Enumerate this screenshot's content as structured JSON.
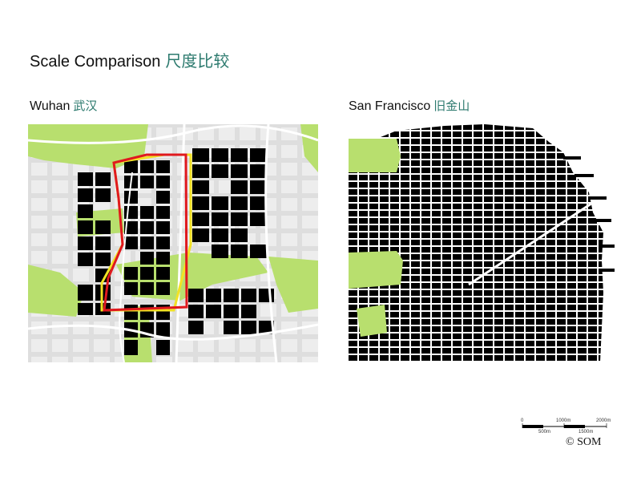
{
  "title": {
    "en": "Scale Comparison",
    "zh": "尺度比较"
  },
  "maps": [
    {
      "en": "Wuhan",
      "zh": "武汉"
    },
    {
      "en": "San Francisco",
      "zh": "旧金山"
    }
  ],
  "scale_bar": {
    "labels": [
      "0",
      "500m",
      "1000m",
      "1500m",
      "2000m"
    ]
  },
  "copyright": "© SOM",
  "colors": {
    "block_black": "#000000",
    "park_green": "#b8df6e",
    "street_gray": "#d9d9d9",
    "outline_red": "#e0191e",
    "outline_yellow": "#f2e224"
  }
}
